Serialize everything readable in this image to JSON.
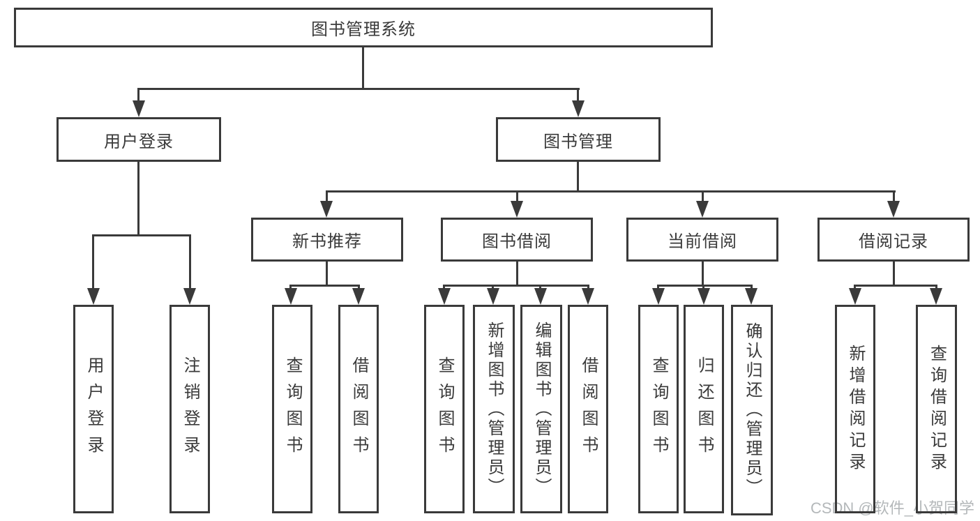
{
  "diagram_type": "hierarchy",
  "colors": {
    "line": "#3a3a3a",
    "text": "#3a3a3a",
    "watermark": "#b4b8ba",
    "background": "#ffffff"
  },
  "tree": {
    "root": {
      "label": "图书管理系统"
    },
    "branches": [
      {
        "label": "用户登录",
        "children": [
          {
            "label": "用户登录"
          },
          {
            "label": "注销登录"
          }
        ]
      },
      {
        "label": "图书管理",
        "children": [
          {
            "label": "新书推荐",
            "children": [
              {
                "label": "查询图书"
              },
              {
                "label": "借阅图书"
              }
            ]
          },
          {
            "label": "图书借阅",
            "children": [
              {
                "label": "查询图书"
              },
              {
                "label": "新增图书（管理员）"
              },
              {
                "label": "编辑图书（管理员）"
              },
              {
                "label": "借阅图书"
              }
            ]
          },
          {
            "label": "当前借阅",
            "children": [
              {
                "label": "查询图书"
              },
              {
                "label": "归还图书"
              },
              {
                "label": "确认归还（管理员）"
              }
            ]
          },
          {
            "label": "借阅记录",
            "children": [
              {
                "label": "新增借阅记录"
              },
              {
                "label": "查询借阅记录"
              }
            ]
          }
        ]
      }
    ]
  },
  "watermark": {
    "text": "CSDN @软件_小贺同学"
  }
}
